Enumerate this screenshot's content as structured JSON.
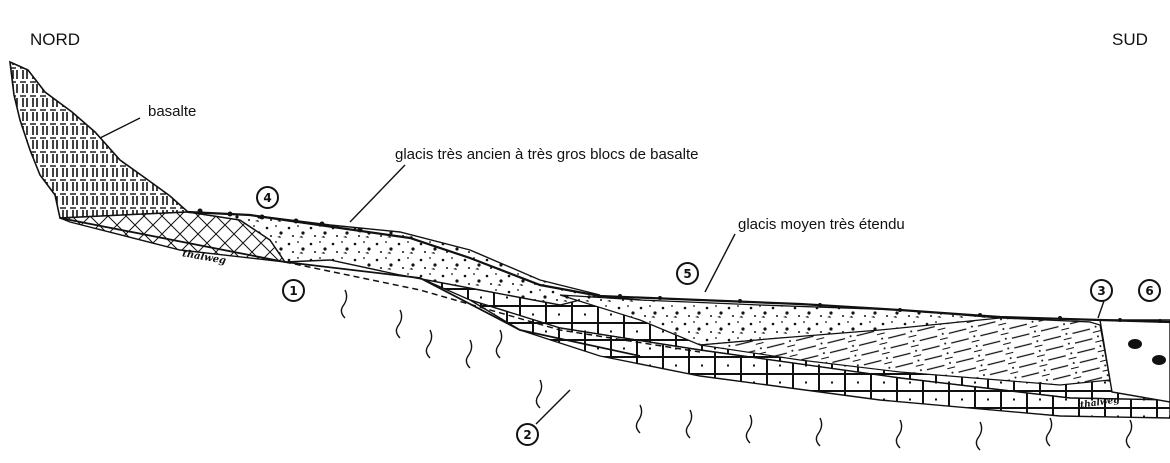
{
  "directions": {
    "north": "NORD",
    "south": "SUD"
  },
  "labels": {
    "basalte": "basalte",
    "glacis_ancien": "glacis très ancien à très gros blocs de basalte",
    "glacis_moyen": "glacis moyen très étendu"
  },
  "thalweg": "thalweg",
  "markers": [
    "1",
    "2",
    "3",
    "4",
    "5",
    "6"
  ]
}
